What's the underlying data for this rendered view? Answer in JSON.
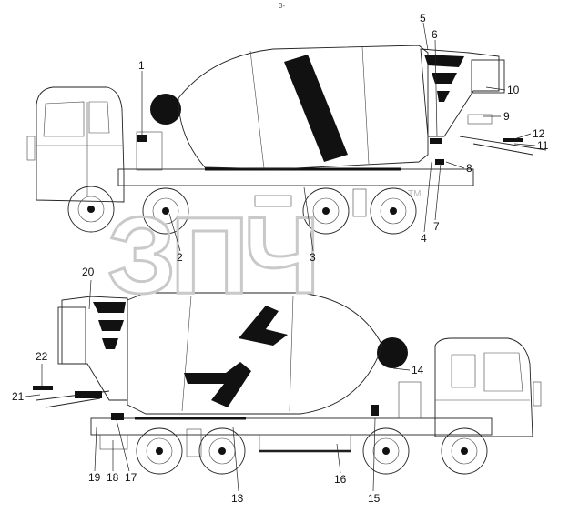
{
  "page_marker": "3-",
  "watermark": {
    "text": "ЗПЧ",
    "tm": "TM"
  },
  "colors": {
    "line": "#222222",
    "stripe": "#111111",
    "watermark": "#c9c9c9"
  },
  "callouts": {
    "c1": "1",
    "c2": "2",
    "c3": "3",
    "c4": "4",
    "c5": "5",
    "c6": "6",
    "c7": "7",
    "c8": "8",
    "c9": "9",
    "c10": "10",
    "c11": "11",
    "c12": "12",
    "c13": "13",
    "c14": "14",
    "c15": "15",
    "c16": "16",
    "c17": "17",
    "c18": "18",
    "c19": "19",
    "c20": "20",
    "c21": "21",
    "c22": "22"
  }
}
